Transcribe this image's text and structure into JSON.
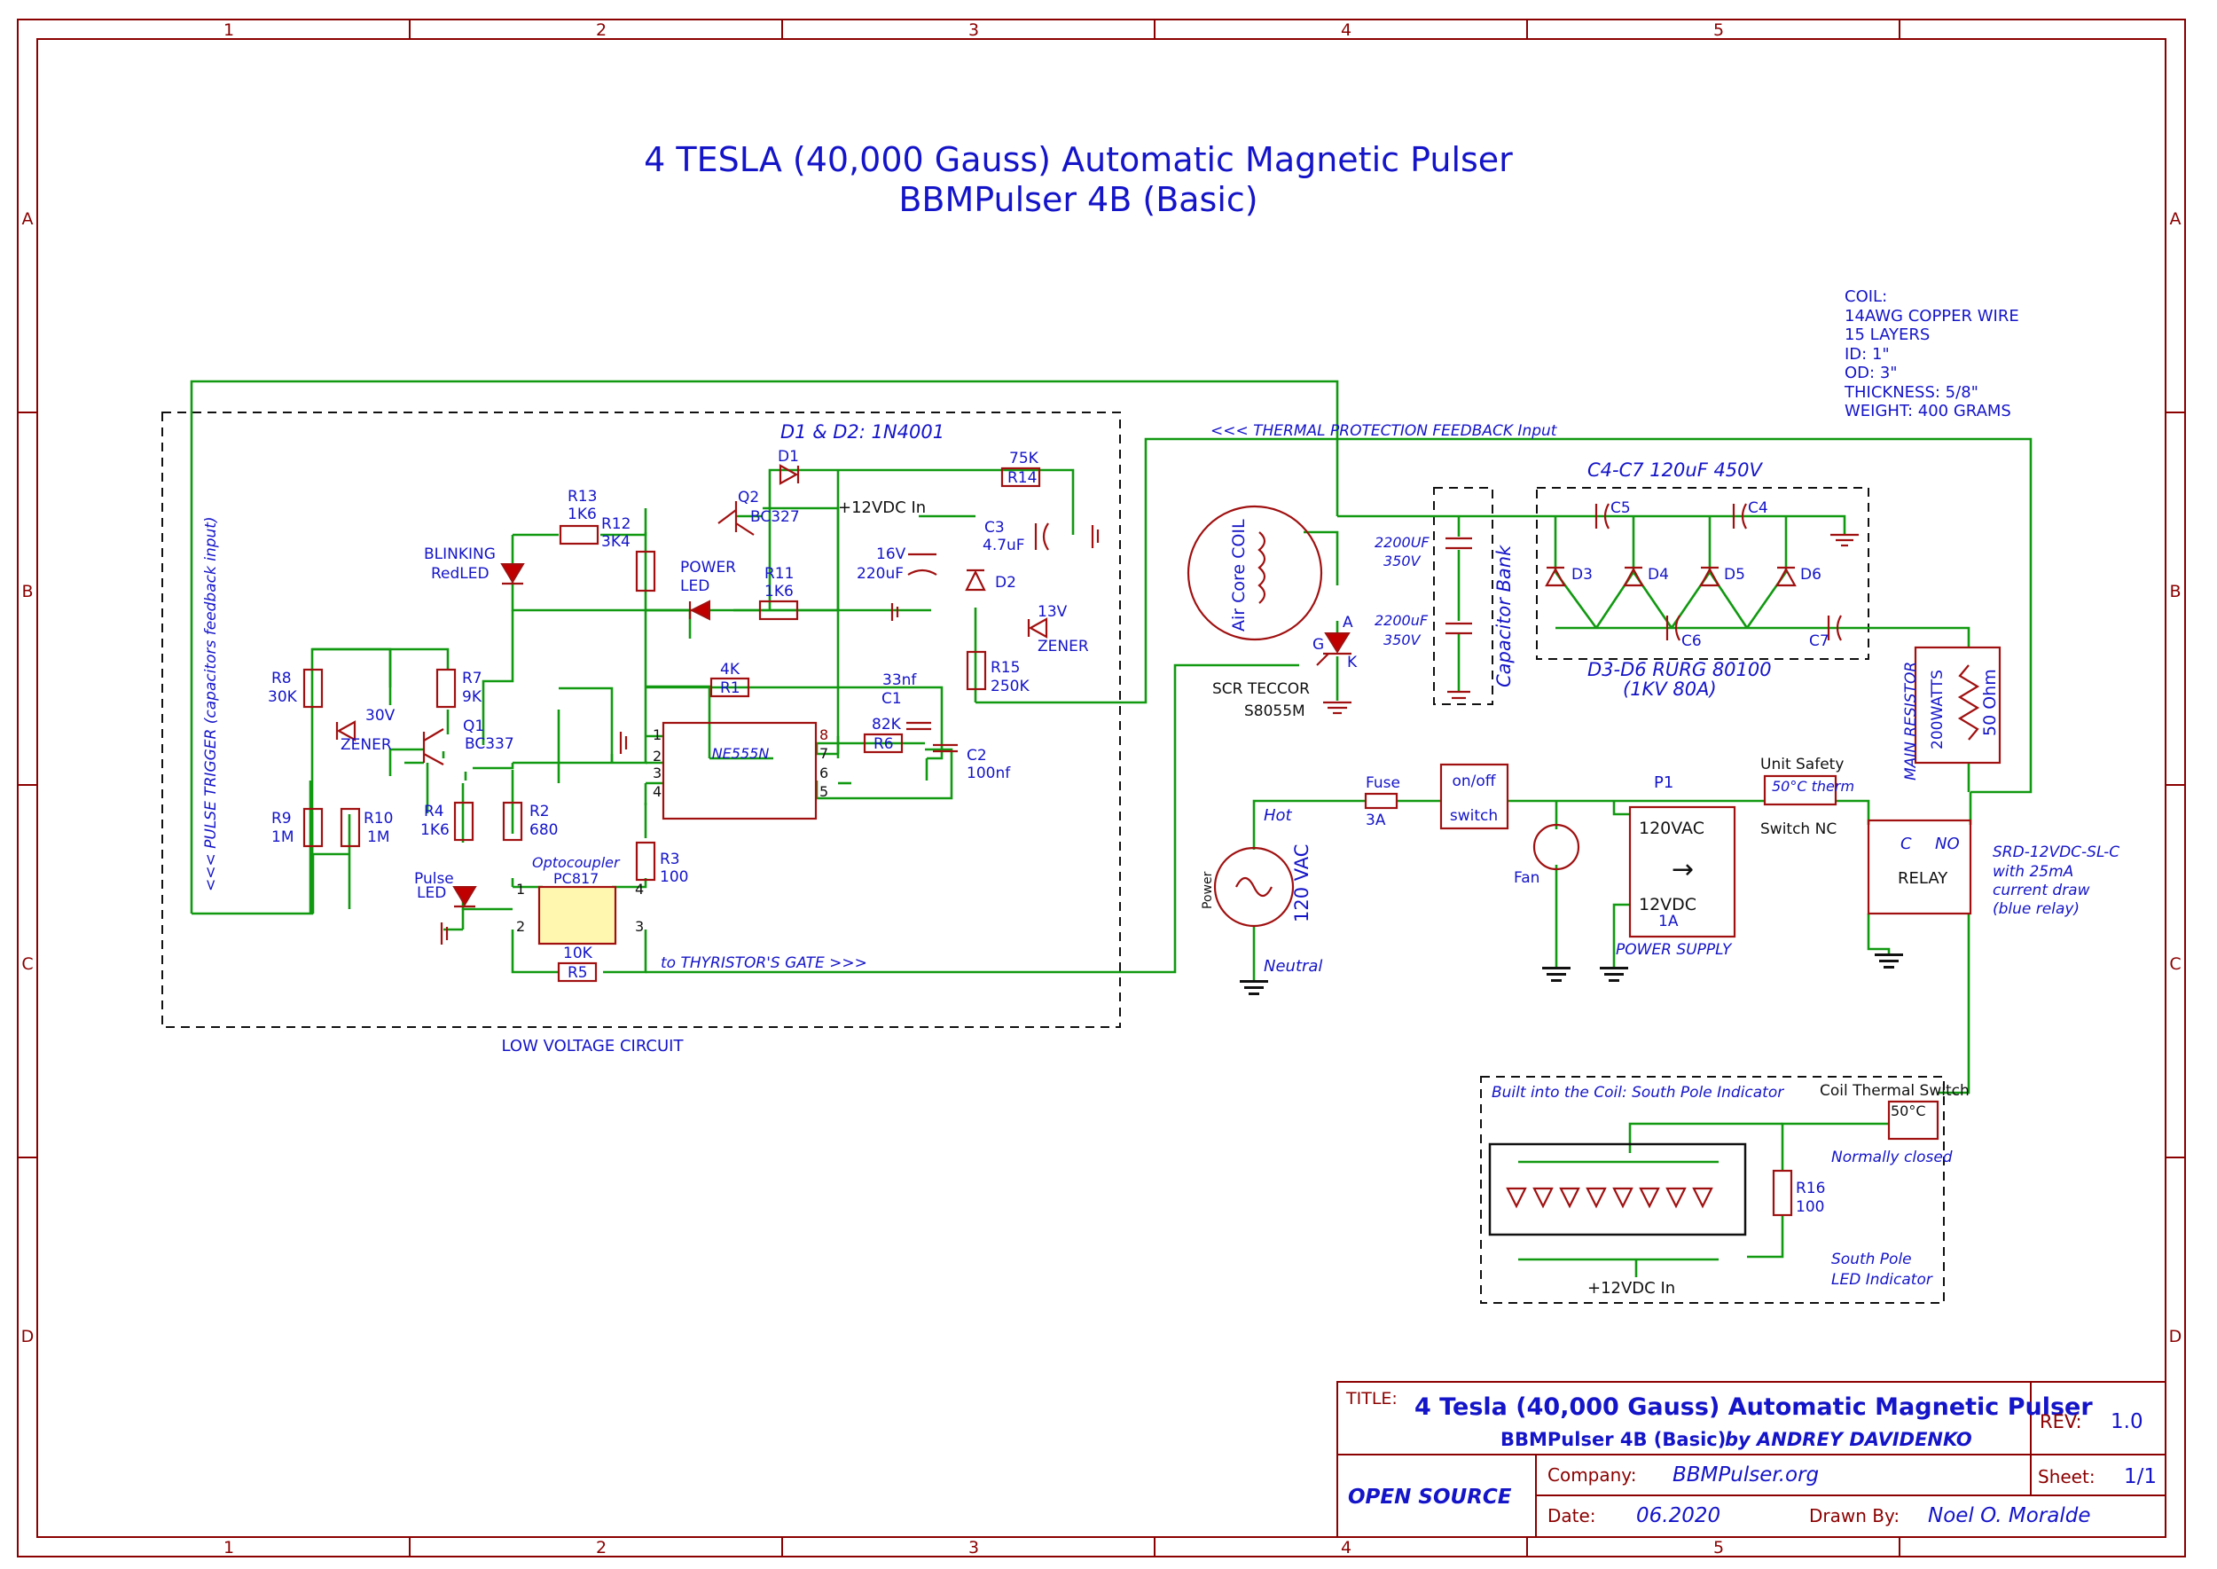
{
  "title": {
    "line1": "4 TESLA (40,000 Gauss) Automatic Magnetic Pulser",
    "line2": "BBMPulser 4B (Basic)"
  },
  "border": {
    "columns": [
      "1",
      "2",
      "3",
      "4",
      "5"
    ],
    "rows": [
      "A",
      "B",
      "C",
      "D"
    ]
  },
  "coil_spec": {
    "heading": "COIL:",
    "lines": [
      "14AWG COPPER WIRE",
      "15 LAYERS",
      "ID: 1\"",
      "OD: 3\"",
      "THICKNESS: 5/8\"",
      "WEIGHT: 400 GRAMS"
    ]
  },
  "low_voltage": {
    "box_label": "LOW VOLTAGE CIRCUIT",
    "diode_note": "D1 & D2: 1N4001",
    "pulse_trigger": "<<< PULSE TRIGGER (capacitors feedback input)",
    "thyristor_gate": "to THYRISTOR'S GATE >>>",
    "thermal_feedback": "<<< THERMAL PROTECTION FEEDBACK Input",
    "supply": "+12VDC In",
    "blinking": "BLINKING",
    "redled": "RedLED",
    "power": "POWER",
    "led": "LED",
    "pulse": "Pulse",
    "pulse_led": "LED",
    "optocoupler": "Optocoupler",
    "pc817": "PC817",
    "ic": "NE555N",
    "zener": "ZENER",
    "zener2": "ZENER",
    "c1val": "33nf",
    "c2val": "100nf",
    "c3val": "4.7uF",
    "cap16": "16V",
    "cap220": "220uF",
    "v30": "30V",
    "v13": "13V"
  },
  "parts": {
    "R13": [
      "R13",
      "1K6"
    ],
    "R12": [
      "R12",
      "3K4"
    ],
    "R11": [
      "R11",
      "1K6"
    ],
    "R8": [
      "R8",
      "30K"
    ],
    "R7": [
      "R7",
      "9K"
    ],
    "R9": [
      "R9",
      "1M"
    ],
    "R10": [
      "R10",
      "1M"
    ],
    "R4": [
      "R4",
      "1K6"
    ],
    "R2": [
      "R2",
      "680"
    ],
    "R3": [
      "R3",
      "100"
    ],
    "R1": [
      "4K",
      "R1"
    ],
    "R6": [
      "82K",
      "R6"
    ],
    "R5": [
      "10K",
      "R5"
    ],
    "R14": [
      "75K",
      "R14"
    ],
    "R15": [
      "R15",
      "250K"
    ],
    "R16": [
      "R16",
      "100"
    ],
    "Q1": [
      "Q1",
      "BC337"
    ],
    "Q2": [
      "Q2",
      "BC327"
    ],
    "C1": "C1",
    "C2": "C2",
    "C3": "C3",
    "D1": "D1",
    "D2": "D2"
  },
  "ic_pins": [
    "1",
    "2",
    "3",
    "4",
    "8",
    "7",
    "6",
    "5"
  ],
  "opto_pins": [
    "1",
    "2",
    "3",
    "4"
  ],
  "high_voltage": {
    "coil": "Air Core COIL",
    "scr_a": "A",
    "scr_g": "G",
    "scr_k": "K",
    "scr_label": "SCR TECCOR",
    "scr_part": "S8055M",
    "cap_bank_vals": [
      "2200UF",
      "350V",
      "2200uF",
      "350V"
    ],
    "cap_bank_label": "Capacitor Bank",
    "c4c7": "C4-C7 120uF 450V",
    "caps": [
      "C5",
      "C4",
      "C6",
      "C7"
    ],
    "diodes": [
      "D3",
      "D4",
      "D5",
      "D6"
    ],
    "d3d6": "D3-D6 RURG 80100",
    "d3d6b": "(1KV 80A)",
    "main_resistor": "MAIN RESISTOR",
    "watts": "200WATTS",
    "ohm": "50 Ohm"
  },
  "mains": {
    "hot": "Hot",
    "neutral": "Neutral",
    "power": "Power",
    "vac": "120 VAC",
    "fuse": "Fuse",
    "fuse_val": "3A",
    "switch1": "on/off",
    "switch2": "switch",
    "fan": "Fan",
    "p1": "P1",
    "ps_in": "120VAC",
    "ps_out": "12VDC",
    "ps_amp": "1A",
    "ps_label": "POWER SUPPLY",
    "unit_safety": "Unit Safety",
    "therm": "50°C therm",
    "switch_nc": "Switch NC",
    "relay": "RELAY",
    "relay_c": "C",
    "relay_no": "NO",
    "relay_desc": [
      "SRD-12VDC-SL-C",
      "with 25mA",
      "current draw",
      "(blue relay)"
    ]
  },
  "indicator": {
    "note": "Built into the Coil: South Pole Indicator",
    "coil_thermal": "Coil Thermal Switch",
    "temp": "50°C",
    "normally_closed": "Normally closed",
    "supply": "+12VDC In",
    "south_pole": "South Pole",
    "led_indicator": "LED Indicator"
  },
  "title_block": {
    "title_label": "TITLE:",
    "title": "4 Tesla (40,000 Gauss) Automatic Magnetic Pulser",
    "subtitle": "BBMPulser 4B (Basic)",
    "author": "by ANDREY DAVIDENKO",
    "rev_label": "REV:",
    "rev": "1.0",
    "open_source": "OPEN SOURCE",
    "company_label": "Company:",
    "company": "BBMPulser.org",
    "sheet_label": "Sheet:",
    "sheet": "1/1",
    "date_label": "Date:",
    "date": "06.2020",
    "drawn_label": "Drawn By:",
    "drawn": "Noel O. Moralde"
  },
  "colors": {
    "frame": "#8b0000",
    "wire": "#119911",
    "text": "#1414c8",
    "component": "#a01010"
  }
}
